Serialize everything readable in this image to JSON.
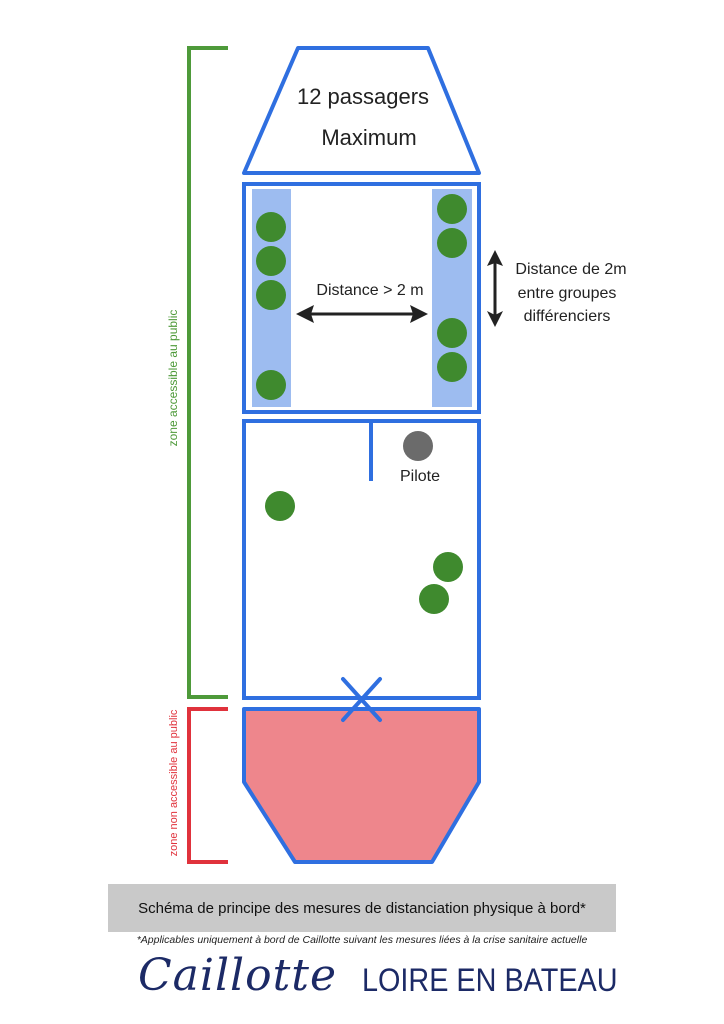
{
  "labels": {
    "capacity_line1": "12 passagers",
    "capacity_line2": "Maximum",
    "distance_across": "Distance > 2 m",
    "distance_groups_line1": "Distance de 2m",
    "distance_groups_line2": "entre groupes",
    "distance_groups_line3": "différenciers",
    "pilot": "Pilote",
    "zone_public": "zone accessible au public",
    "zone_non_public": "zone non accessible au public"
  },
  "caption": "Schéma de principe des mesures de distanciation physique à bord*",
  "footnote": "*Applicables uniquement à bord de Caillotte suivant les mesures liées à la crise sanitaire actuelle",
  "brand": {
    "logo_script": "Caillotte",
    "company": "LOIRE EN BATEAU"
  },
  "colors": {
    "outline_blue": "#2f6fe0",
    "bench_blue": "#9dbcf0",
    "passenger_green": "#3f8a2e",
    "pilot_grey": "#6b6b6b",
    "restricted_pink": "#ee868c",
    "zone_public_green": "#4e9a3a",
    "zone_non_public_red": "#e0323c",
    "caption_bg": "#c9c9c9",
    "brand_navy": "#1c2a66"
  }
}
